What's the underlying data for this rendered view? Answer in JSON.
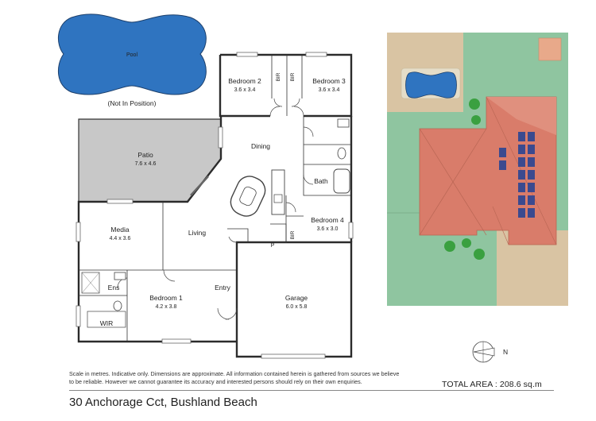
{
  "pool": {
    "label": "Pool",
    "note": "(Not In Position)"
  },
  "rooms": {
    "bedroom2": {
      "name": "Bedroom 2",
      "dims": "3.6 x 3.4"
    },
    "bedroom3": {
      "name": "Bedroom 3",
      "dims": "3.6 x 3.4"
    },
    "patio": {
      "name": "Patio",
      "dims": "7.6 x 4.6"
    },
    "dining": {
      "name": "Dining"
    },
    "bath": {
      "name": "Bath"
    },
    "bedroom4": {
      "name": "Bedroom 4",
      "dims": "3.6 x 3.0"
    },
    "media": {
      "name": "Media",
      "dims": "4.4 x 3.6"
    },
    "living": {
      "name": "Living"
    },
    "ens": {
      "name": "Ens"
    },
    "bedroom1": {
      "name": "Bedroom 1",
      "dims": "4.2 x 3.8"
    },
    "entry": {
      "name": "Entry"
    },
    "garage": {
      "name": "Garage",
      "dims": "6.0 x 5.8"
    },
    "wir": {
      "name": "WIR"
    },
    "pantry": {
      "name": "P"
    }
  },
  "built_in_robe_label": "BIR",
  "compass": {
    "label": "N"
  },
  "disclaimer": "Scale in metres. Indicative only. Dimensions are approximate. All information contained herein is gathered from sources we believe to be reliable. However we cannot guarantee its accuracy and interested persons should rely on their own enquiries.",
  "total_area": "TOTAL AREA : 208.6 sq.m",
  "address": "30 Anchorage Cct, Bushland Beach",
  "colors": {
    "pool": "#2f74c0",
    "patio": "#c8c8c8",
    "lawn": "#8fc5a0",
    "path": "#d9c4a3",
    "roof": "#d97c6a",
    "solar": "#3b4a8f",
    "tree": "#3aa040"
  }
}
